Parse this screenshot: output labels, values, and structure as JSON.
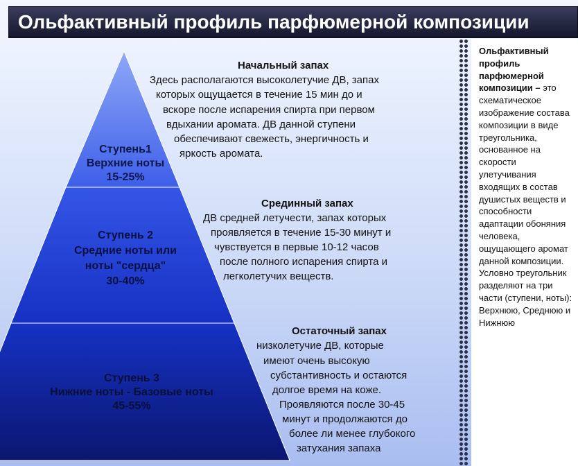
{
  "header": {
    "title": "Ольфактивный профиль парфюмерной  композиции"
  },
  "pyramid": {
    "tiers": [
      {
        "lines": [
          "Ступень1",
          "Верхние ноты",
          "15-25%"
        ]
      },
      {
        "lines": [
          "Ступень 2",
          "Средние ноты или",
          "ноты \"сердца\"",
          "30-40%"
        ]
      },
      {
        "lines": [
          "Ступень 3",
          "Нижние ноты - Базовые ноты",
          "45-55%"
        ]
      }
    ]
  },
  "descriptions": [
    {
      "title": "Начальный запах",
      "lines": [
        "Здесь располагаются  высоколетучие ДВ, запах",
        "которых ощущается в течение 15 мин до и",
        "вскоре после испарения спирта при первом",
        "вдыхании аромата. ДВ данной ступени",
        "обеспечивают свежесть, энергичность и",
        "яркость аромата."
      ]
    },
    {
      "title": "Срединный запах",
      "lines": [
        "ДВ средней летучести, запах которых",
        "проявляется в течение 15-30 минут и",
        "чувствуется в первые 10-12 часов",
        "после полного испарения спирта и",
        "легколетучих веществ."
      ]
    },
    {
      "title": "Остаточный запах",
      "lines": [
        "низколетучие ДВ, которые",
        "имеют очень высокую",
        "субстантивность и остаются",
        "долгое время на коже.",
        "Проявляются после 30-45",
        "минут и продолжаются до",
        "более ли менее глубокого",
        "затухания запаха"
      ]
    }
  ],
  "sidebar": {
    "term": "Ольфактивный профиль парфюмерной композиции –",
    "definition": "это схематическое изображение состава композиции в виде треугольника, основанное на скорости улетучивания входящих в состав душистых веществ и способности адаптации обоняния человека, ощущающего аромат данной композиции. Условно треугольник разделяют на три части (ступени, ноты): Верхнюю, Среднюю и Нижнюю"
  },
  "colors": {
    "tier1": "#4f6ff0",
    "tier2": "#1f3edb",
    "tier3": "#0d1d99",
    "title_bg": "#1e2138"
  }
}
